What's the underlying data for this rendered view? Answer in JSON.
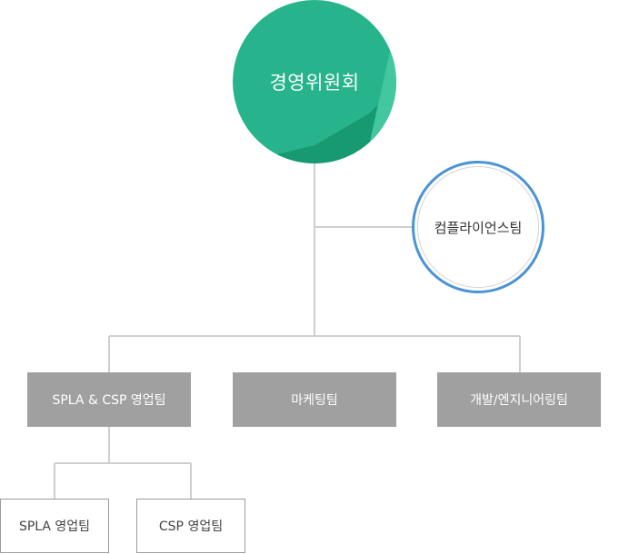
{
  "org": {
    "top": "경영위원회",
    "side": "컴플라이언스팀",
    "teams": [
      "SPLA & CSP 영업팀",
      "마케팅팀",
      "개발/엔지니어링팀"
    ],
    "sub_teams": [
      "SPLA 영업팀",
      "CSP 영업팀"
    ]
  },
  "colors": {
    "exec_green": "#27b48c",
    "exec_dark": "#179a72",
    "exec_light": "#43c79f",
    "ring_blue": "#4a94d4",
    "team_gray": "#a0a0a0",
    "line_gray": "#cfcfcf"
  }
}
